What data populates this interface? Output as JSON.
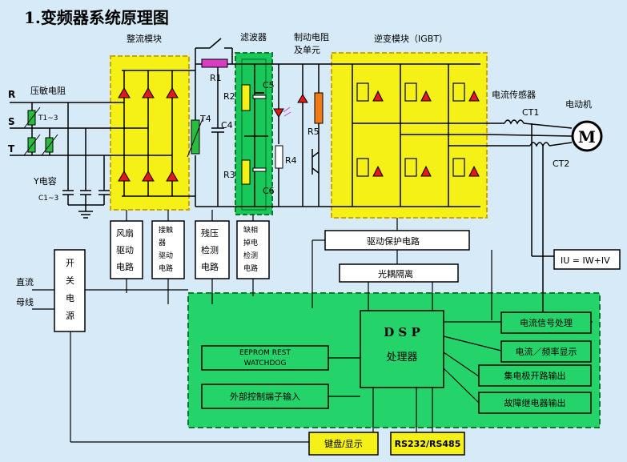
{
  "title": "1.变频器系统原理图",
  "top_labels": {
    "rectifier": "整流模块",
    "filter": "滤波器",
    "brake_1": "制动电阻",
    "brake_2": "及单元",
    "inverter": "逆变模块（IGBT）",
    "current_sensor": "电流传感器",
    "motor_label": "电动机",
    "motor_symbol": "M"
  },
  "input": {
    "varistor": "压敏电阻",
    "phase_r": "R",
    "phase_s": "S",
    "phase_t": "T",
    "t1": "T1~3",
    "y_cap": "Y电容",
    "c1": "C1~3"
  },
  "components": {
    "r1": "R1",
    "r2": "R2",
    "r3": "R3",
    "r4": "R4",
    "r5": "R5",
    "t4": "T4",
    "c4": "C4",
    "c5": "C5",
    "c6": "C6",
    "ct1": "CT1",
    "ct2": "CT2"
  },
  "circuits": {
    "fan_drive": [
      "风扇",
      "驱动",
      "电路"
    ],
    "contactor_drive": [
      "接触",
      "器",
      "驱动",
      "电路"
    ],
    "residual_voltage": [
      "残压",
      "检测",
      "电路"
    ],
    "phase_loss": [
      "缺相",
      "掉电",
      "检测",
      "电路"
    ],
    "drive_protect": "驱动保护电路",
    "opto": "光耦隔离",
    "current_formula": "IU = IW+IV",
    "dc_bus": [
      "直流",
      "母线"
    ],
    "switch_power": [
      "开",
      "关",
      "电",
      "源"
    ]
  },
  "dsp": {
    "dsp_label": "D S P",
    "processor": "处理器",
    "eeprom_1": "EEPROM  REST",
    "eeprom_2": "WATCHDOG",
    "ext_input": "外部控制端子输入",
    "current_proc": "电流信号处理",
    "freq_display": "电流／频率显示",
    "collector_out": "集电极开路输出",
    "fault_relay": "故障继电器输出",
    "keypad": "键盘/显示",
    "rs232": "RS232/RS485"
  }
}
